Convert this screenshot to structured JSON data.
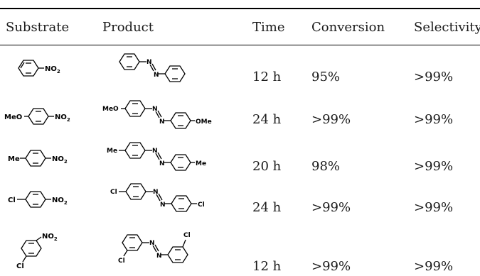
{
  "table": {
    "headers": {
      "substrate": "Substrate",
      "product": "Product",
      "time": "Time",
      "conversion": "Conversion",
      "selectivity": "Selectivity"
    },
    "rows": [
      {
        "substrate": {
          "labels": [
            "NO2"
          ],
          "icon": "nitrobenzene-structure"
        },
        "product": {
          "labels": [
            "N",
            "N"
          ],
          "icon": "azobenzene-structure"
        },
        "time": "12 h",
        "conversion": "95%",
        "selectivity": ">99%"
      },
      {
        "substrate": {
          "labels": [
            "MeO",
            "NO2"
          ],
          "icon": "4-nitroanisole-structure"
        },
        "product": {
          "labels": [
            "MeO",
            "N",
            "N",
            "OMe"
          ],
          "icon": "4,4'-dimethoxyazobenzene-structure"
        },
        "time": "24 h",
        "conversion": ">99%",
        "selectivity": ">99%"
      },
      {
        "substrate": {
          "labels": [
            "Me",
            "NO2"
          ],
          "icon": "4-nitrotoluene-structure"
        },
        "product": {
          "labels": [
            "Me",
            "N",
            "N",
            "Me"
          ],
          "icon": "4,4'-dimethylazobenzene-structure"
        },
        "time": "20 h",
        "conversion": "98%",
        "selectivity": ">99%"
      },
      {
        "substrate": {
          "labels": [
            "Cl",
            "NO2"
          ],
          "icon": "4-chloronitrobenzene-structure"
        },
        "product": {
          "labels": [
            "Cl",
            "N",
            "N",
            "Cl"
          ],
          "icon": "4,4'-dichloroazobenzene-structure"
        },
        "time": "24 h",
        "conversion": ">99%",
        "selectivity": ">99%"
      },
      {
        "substrate": {
          "labels": [
            "NO2",
            "Cl"
          ],
          "icon": "3-chloronitrobenzene-structure"
        },
        "product": {
          "labels": [
            "Cl",
            "N",
            "N",
            "Cl"
          ],
          "icon": "3,3'-dichloroazobenzene-structure"
        },
        "time": "12 h",
        "conversion": ">99%",
        "selectivity": ">99%"
      }
    ]
  }
}
